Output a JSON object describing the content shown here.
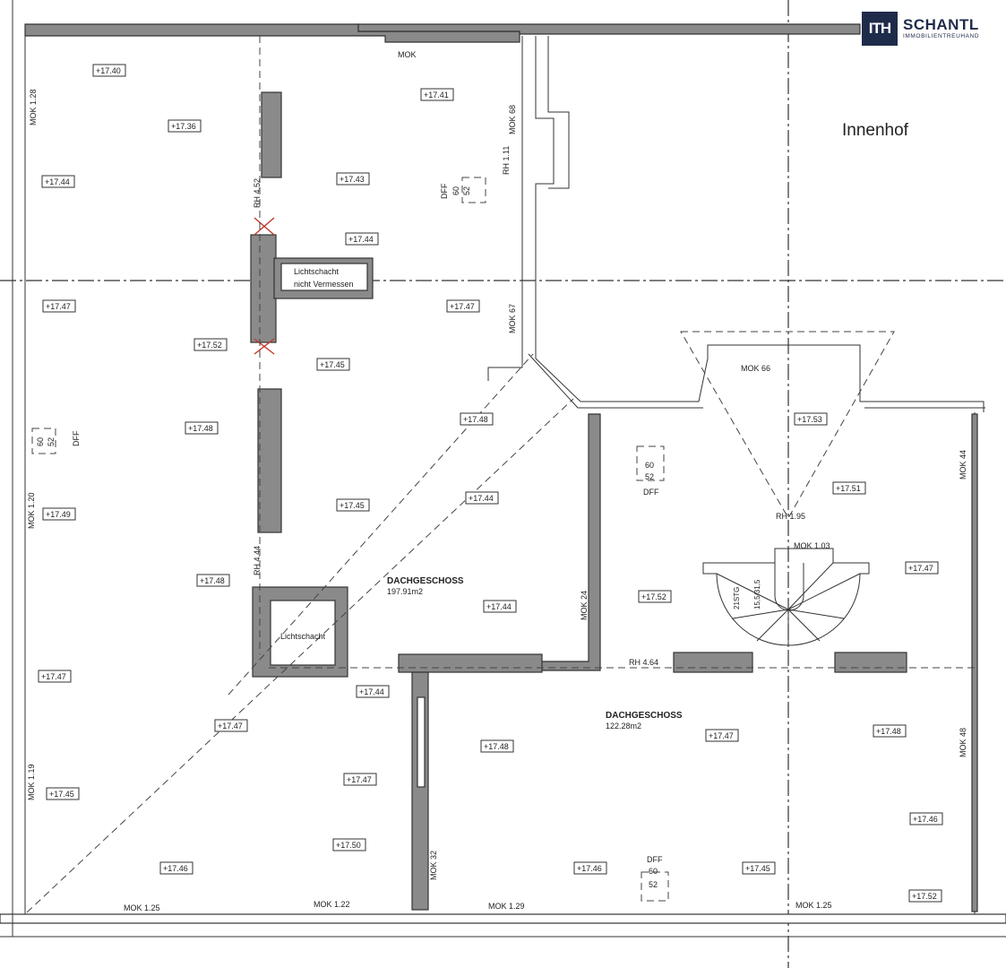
{
  "logo": {
    "mark": "ITH",
    "name": "SCHANTL",
    "subtitle": "IMMOBILIENTREUHAND"
  },
  "courtyard_label": "Innenhof",
  "rooms": [
    {
      "title": "DACHGESCHOSS",
      "area": "197.91m2"
    },
    {
      "title": "DACHGESCHOSS",
      "area": "122.28m2"
    }
  ],
  "shafts": {
    "upper": [
      "Lichtschacht",
      "nicht Vermessen"
    ],
    "lower": "Lichtschacht"
  },
  "levels": [
    "+17.40",
    "+17.41",
    "+17.36",
    "+17.44",
    "+17.43",
    "+17.44",
    "+17.47",
    "+17.47",
    "+17.52",
    "+17.45",
    "+17.48",
    "+17.48",
    "+17.53",
    "+17.44",
    "+17.51",
    "+17.49",
    "+17.45",
    "+17.47",
    "+17.48",
    "+17.52",
    "+17.44",
    "+17.47",
    "+17.44",
    "+17.48",
    "+17.47",
    "+17.47",
    "+17.48",
    "+17.45",
    "+17.47",
    "+17.46",
    "+17.50",
    "+17.46",
    "+17.46",
    "+17.45",
    "+17.52"
  ],
  "annotations": [
    "MOK",
    "MOK 1.28",
    "MOK 68",
    "RH 1.11",
    "RH 4.52",
    "MOK 67",
    "MOK 66",
    "MOK 44",
    "RH 1.95",
    "MOK 1.03",
    "MOK 1.20",
    "RH 4.44",
    "MOK 24",
    "RH 4.64",
    "MOK 48",
    "MOK 1.19",
    "MOK 32",
    "MOK 1.25",
    "MOK 1.22",
    "MOK 1.29",
    "MOK 1.25"
  ],
  "windows": [
    {
      "label": "DFF",
      "w": "60",
      "h": "52"
    },
    {
      "label": "DFF",
      "w": "60",
      "h": "52"
    },
    {
      "label": "DFF",
      "w": "60",
      "h": "52"
    },
    {
      "label": "DFF",
      "w": "60",
      "h": "52"
    }
  ],
  "stairs": {
    "steps": "21STG",
    "dimension": "15,5/31,5"
  }
}
